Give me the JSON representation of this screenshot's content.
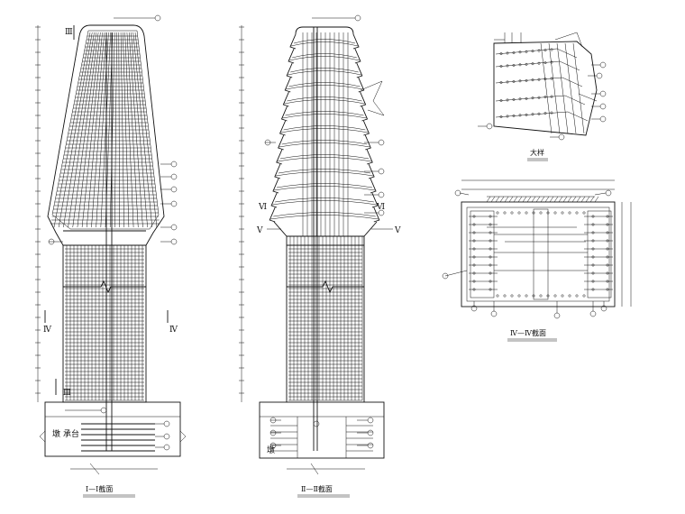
{
  "captions": {
    "section_1": "Ⅰ—Ⅰ截面",
    "section_2": "Ⅱ—Ⅱ截面",
    "detail": "大样",
    "section_4": "Ⅳ—Ⅳ截面"
  },
  "cut_marks": {
    "III": "Ⅲ",
    "IV": "Ⅳ",
    "V": "Ⅴ",
    "VI": "Ⅵ"
  },
  "base_labels": {
    "left": "墩",
    "right": "承台"
  }
}
